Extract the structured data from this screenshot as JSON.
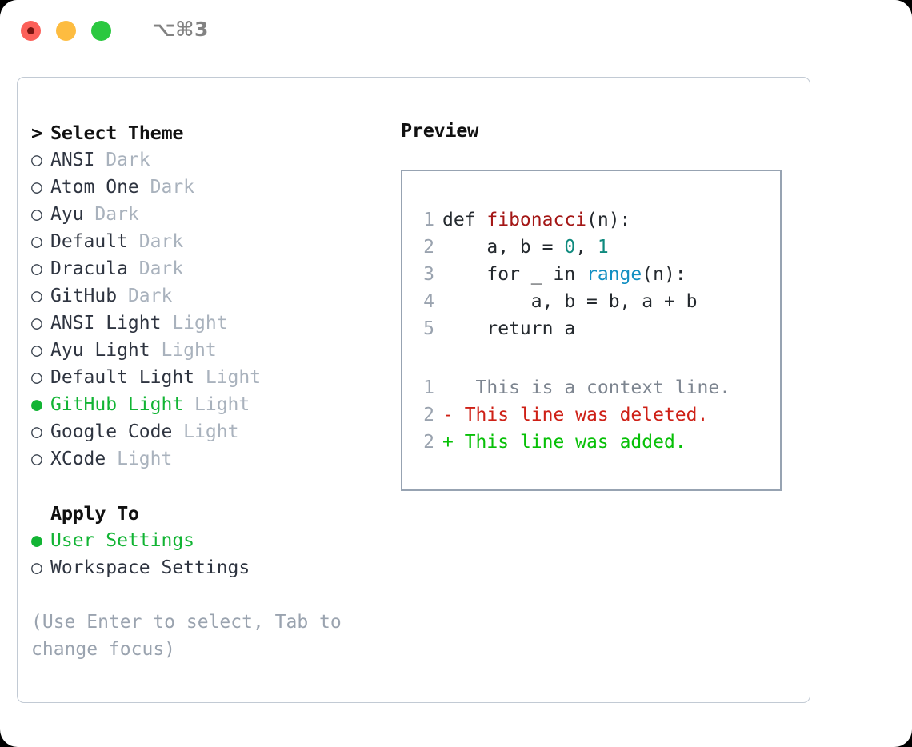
{
  "window": {
    "title": "⌥⌘3",
    "traffic_lights": [
      {
        "name": "close",
        "color": "#fc6059"
      },
      {
        "name": "minimize",
        "color": "#fdbc40"
      },
      {
        "name": "zoom",
        "color": "#2bc840"
      }
    ]
  },
  "colors": {
    "selected_green": "#12b434",
    "tag_gray": "#a9b2bd",
    "hint_gray": "#9aa3af",
    "line_number_gray": "#9aa3af",
    "diff_delete_red": "#ce2016",
    "diff_add_green": "#07c007",
    "code_function_red": "#a41716",
    "code_number_teal": "#0f8a7e",
    "code_call_blue": "#128fc2",
    "panel_border": "#c2cad4",
    "preview_border": "#97a3b2"
  },
  "theme_picker": {
    "header_marker": ">",
    "header": "Select Theme",
    "items": [
      {
        "marker": "○",
        "label": "ANSI",
        "tag": "Dark",
        "selected": false
      },
      {
        "marker": "○",
        "label": "Atom One",
        "tag": "Dark",
        "selected": false
      },
      {
        "marker": "○",
        "label": "Ayu",
        "tag": "Dark",
        "selected": false
      },
      {
        "marker": "○",
        "label": "Default",
        "tag": "Dark",
        "selected": false
      },
      {
        "marker": "○",
        "label": "Dracula",
        "tag": "Dark",
        "selected": false
      },
      {
        "marker": "○",
        "label": "GitHub",
        "tag": "Dark",
        "selected": false
      },
      {
        "marker": "○",
        "label": "ANSI Light",
        "tag": "Light",
        "selected": false
      },
      {
        "marker": "○",
        "label": "Ayu Light",
        "tag": "Light",
        "selected": false
      },
      {
        "marker": "○",
        "label": "Default Light",
        "tag": "Light",
        "selected": false
      },
      {
        "marker": "●",
        "label": "GitHub Light",
        "tag": "Light",
        "selected": true
      },
      {
        "marker": "○",
        "label": "Google Code",
        "tag": "Light",
        "selected": false
      },
      {
        "marker": "○",
        "label": "XCode",
        "tag": "Light",
        "selected": false
      }
    ]
  },
  "apply_to": {
    "title": "Apply To",
    "items": [
      {
        "marker": "●",
        "label": "User Settings",
        "selected": true
      },
      {
        "marker": "○",
        "label": "Workspace Settings",
        "selected": false
      }
    ]
  },
  "hint": "(Use Enter to select, Tab to change focus)",
  "preview": {
    "title": "Preview",
    "code_lines": [
      {
        "number": "1",
        "tokens": [
          {
            "text": "def ",
            "kind": "plain"
          },
          {
            "text": "fibonacci",
            "kind": "fn"
          },
          {
            "text": "(n):",
            "kind": "plain"
          }
        ]
      },
      {
        "number": "2",
        "tokens": [
          {
            "text": "    a, b = ",
            "kind": "plain"
          },
          {
            "text": "0",
            "kind": "num"
          },
          {
            "text": ", ",
            "kind": "plain"
          },
          {
            "text": "1",
            "kind": "num"
          }
        ]
      },
      {
        "number": "3",
        "tokens": [
          {
            "text": "    for _ in ",
            "kind": "plain"
          },
          {
            "text": "range",
            "kind": "call"
          },
          {
            "text": "(n):",
            "kind": "plain"
          }
        ]
      },
      {
        "number": "4",
        "tokens": [
          {
            "text": "        a, b = b, a + b",
            "kind": "plain"
          }
        ]
      },
      {
        "number": "5",
        "tokens": [
          {
            "text": "    return a",
            "kind": "plain"
          }
        ]
      }
    ],
    "diff_lines": [
      {
        "number": "1",
        "sign": " ",
        "text": "  This is a context line.",
        "kind": "ctx"
      },
      {
        "number": "2",
        "sign": "-",
        "text": " This line was deleted.",
        "kind": "del"
      },
      {
        "number": "2",
        "sign": "+",
        "text": " This line was added.",
        "kind": "add"
      }
    ]
  }
}
